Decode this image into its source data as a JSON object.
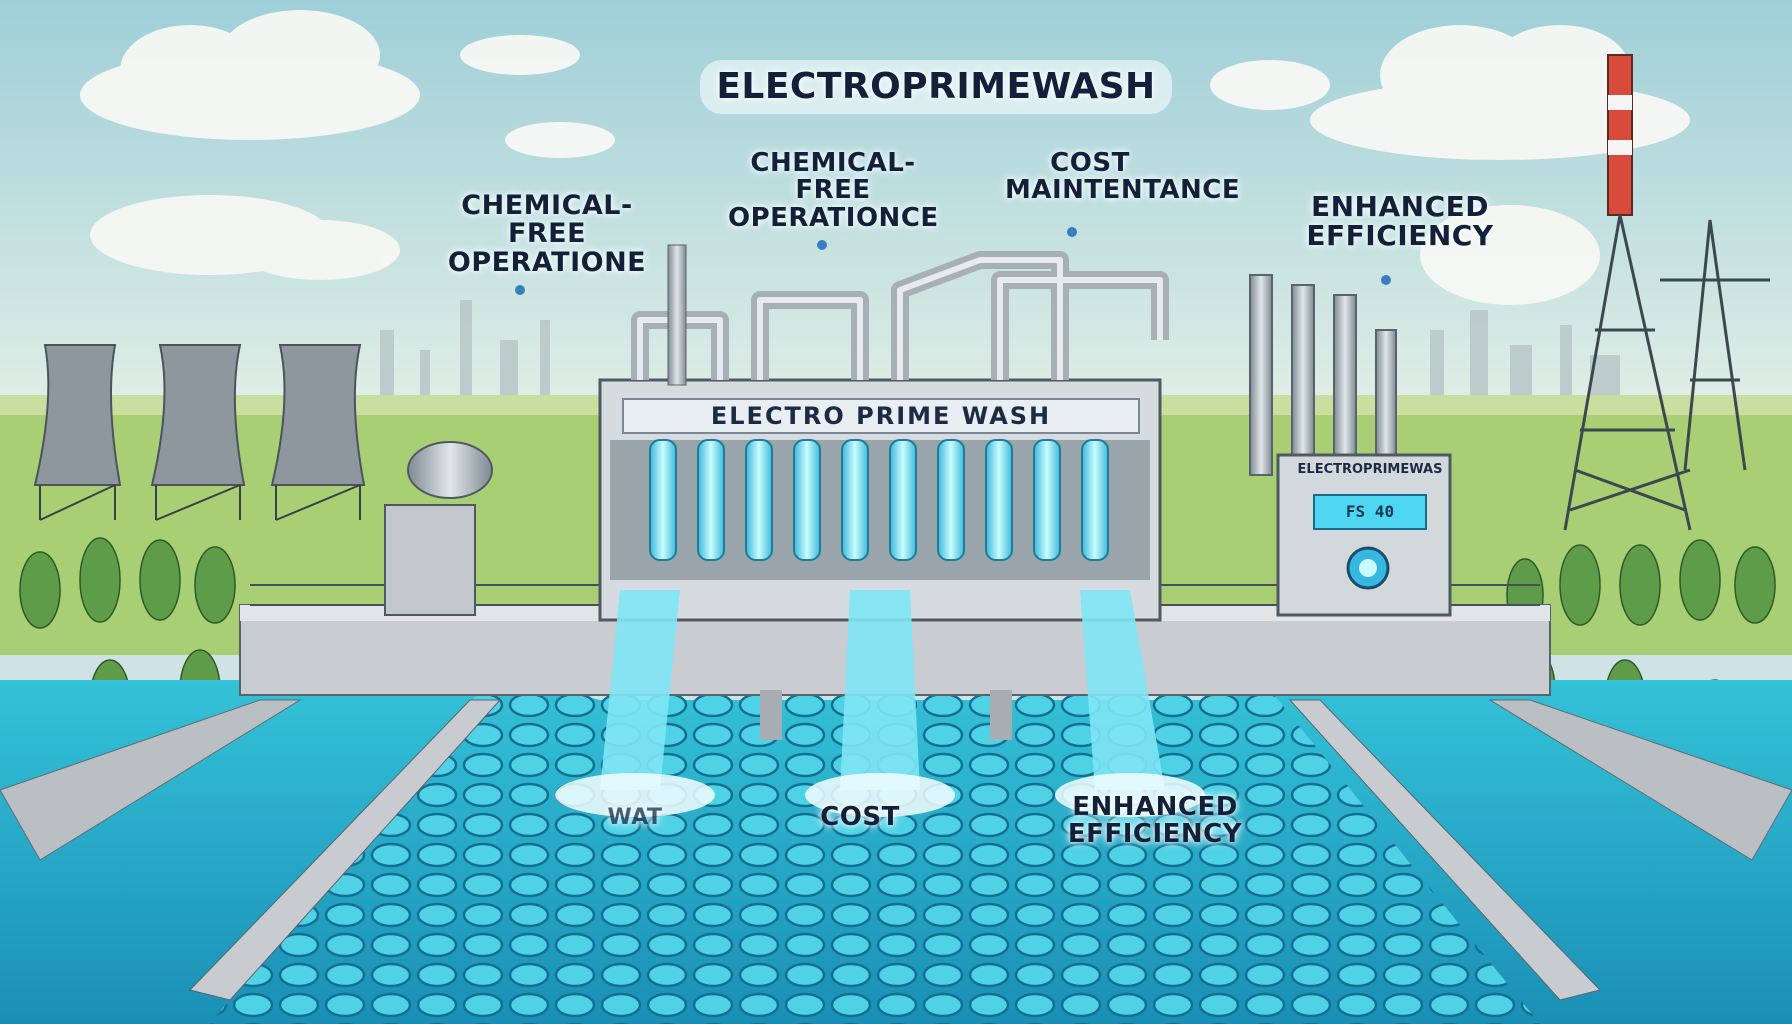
{
  "title": "ELECTROPRIMEWASH",
  "features": [
    "CHEMICAL-FREE OPERATIONE",
    "CHEMICAL-FREE OPERATIONCE",
    "COST MAINTENTANCE",
    "ENHANCED EFFICIENCY"
  ],
  "plant_sign": "ELECTRO PRIME WASH",
  "control_panel": {
    "label": "ELECTROPRIMEWAS",
    "display": "FS 40"
  },
  "water_labels": [
    "WAT",
    "COST",
    "ENHANCED EFFICIENCY"
  ],
  "colors": {
    "sky": "#b9dde2",
    "water": "#2bb6d0",
    "tube": "#6fe6f5",
    "grass": "#9ccb6a",
    "tree": "#5e9c4a"
  }
}
